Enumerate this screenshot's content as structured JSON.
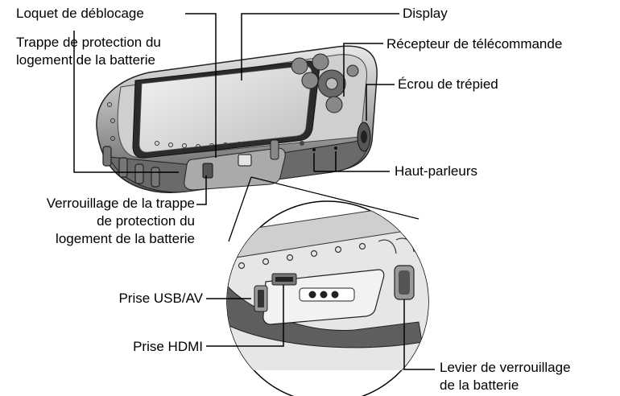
{
  "labels": {
    "release_latch": "Loquet de déblocage",
    "display": "Display",
    "battery_cover_line1": "Trappe de protection du",
    "battery_cover_line2": "logement de la batterie",
    "remote_receiver": "Récepteur de télécommande",
    "tripod_socket": "Écrou de trépied",
    "speakers": "Haut-parleurs",
    "cover_lock_line1": "Verrouillage de la trappe",
    "cover_lock_line2": "de protection du",
    "cover_lock_line3": "logement de la batterie",
    "usb_av_terminal": "Prise USB/AV",
    "hdmi_terminal": "Prise HDMI",
    "battery_lock_lever_line1": "Levier de verrouillage",
    "battery_lock_lever_line2": "de la batterie"
  },
  "colors": {
    "line": "#000000",
    "body_dark": "#3a3a3a",
    "body_mid": "#8c8c8c",
    "body_light": "#d6d6d6"
  }
}
